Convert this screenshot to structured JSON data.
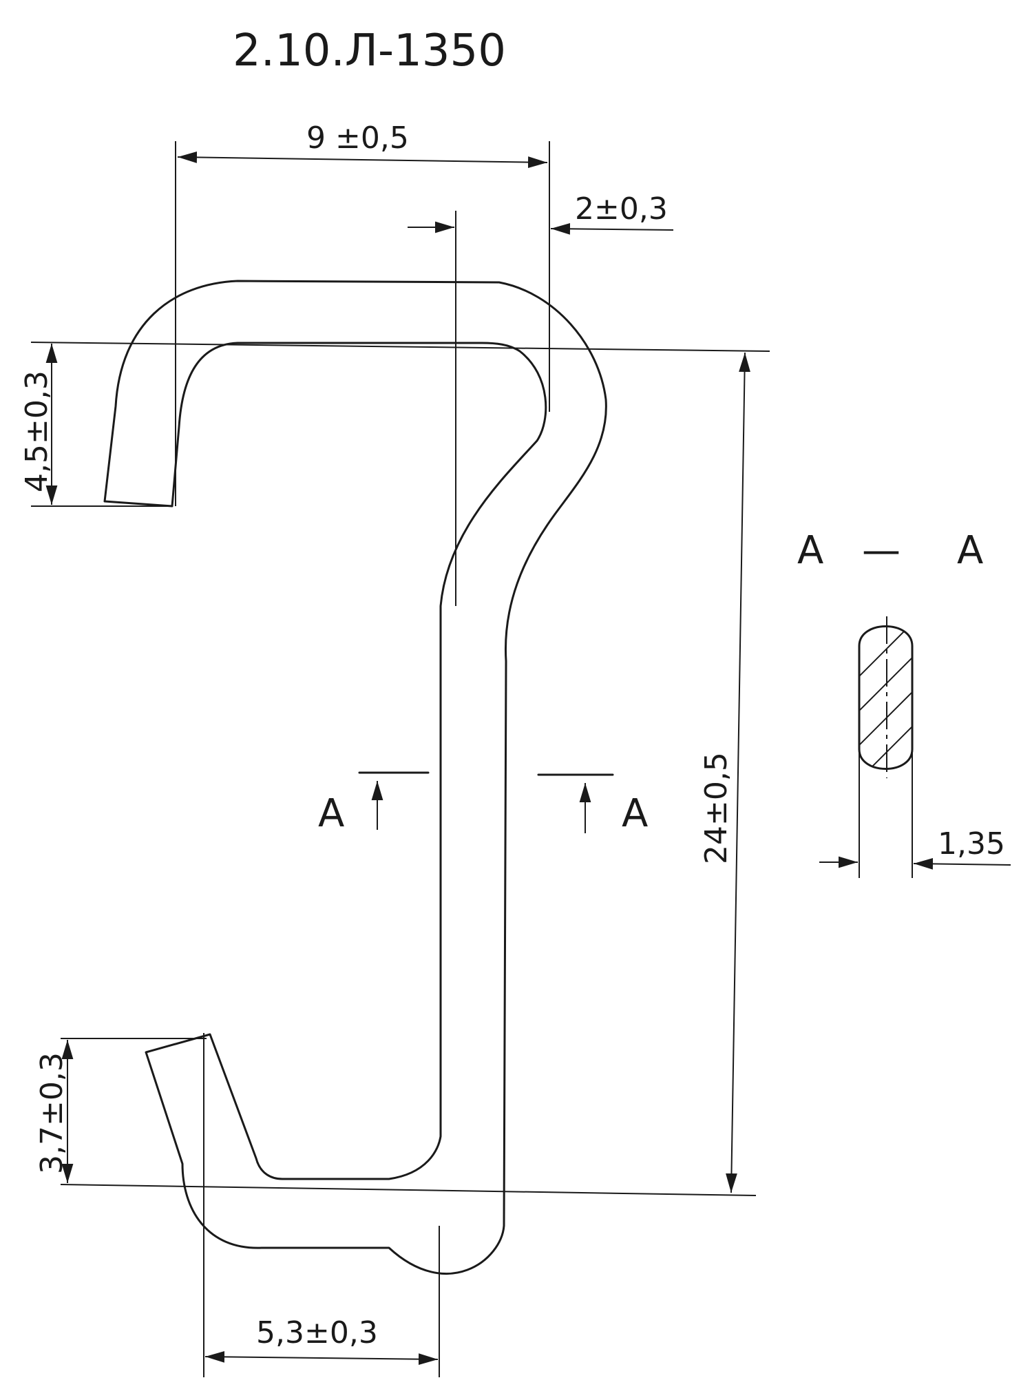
{
  "title": "2.10.Л-1350",
  "dimensions": {
    "top_width": "9 ±0,5",
    "wire_offset": "2±0,3",
    "top_hook_height": "4,5±0,3",
    "total_height": "24±0,5",
    "bottom_hook_height": "3,7±0,3",
    "bottom_width": "5,3±0,3",
    "section_width": "1,35"
  },
  "section": {
    "label_left": "A",
    "label_right": "A",
    "view_title_left": "A",
    "view_title_dash": "—",
    "view_title_right": "A"
  }
}
